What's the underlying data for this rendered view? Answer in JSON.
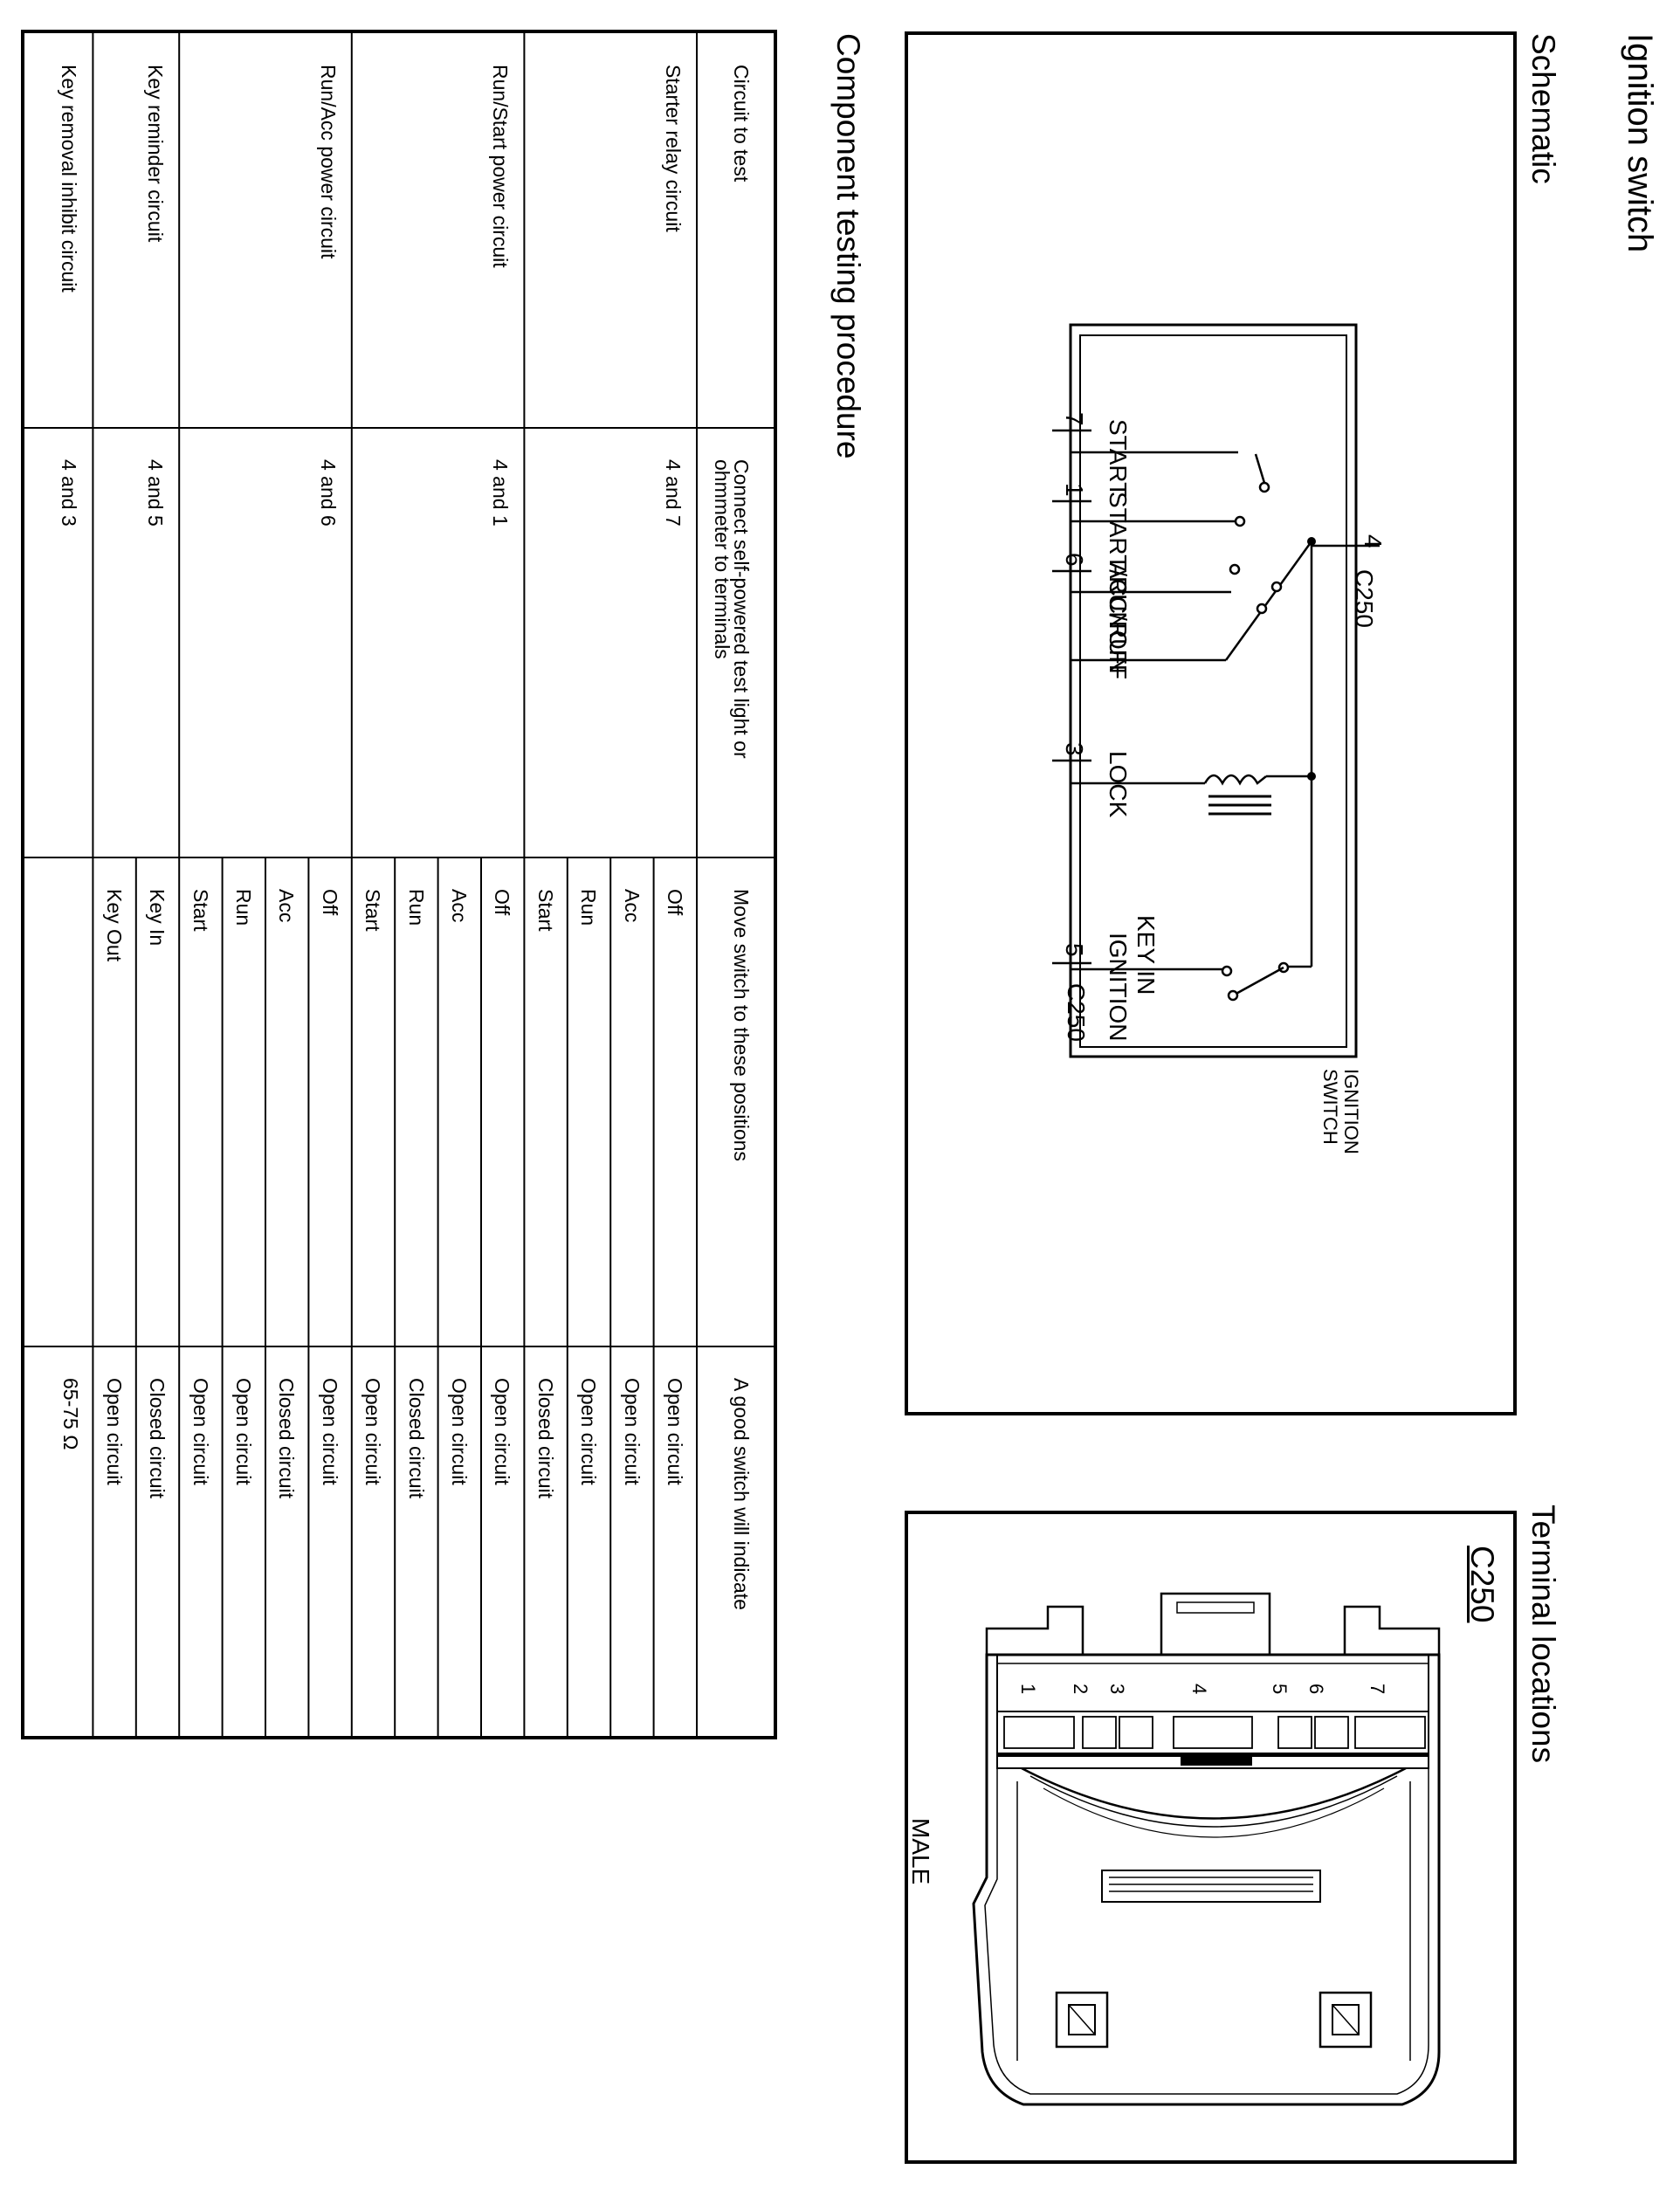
{
  "page_title": "Ignition switch",
  "schematic": {
    "heading": "Schematic",
    "terminals": [
      {
        "pin": "7",
        "label": "START"
      },
      {
        "pin": "1",
        "label": "START/RUN"
      },
      {
        "pin": "6",
        "label": "ACC/RUN"
      },
      {
        "pin": "",
        "label": "OFF"
      },
      {
        "pin": "3",
        "label": "LOCK"
      },
      {
        "pin": "5",
        "label": "KEY IN IGNITION"
      }
    ],
    "key_in_line1": "KEY IN",
    "key_in_line2": "IGNITION",
    "pin4": "4",
    "connector_top": "C250",
    "connector_bottom": "C250",
    "switch_line1": "IGNITION",
    "switch_line2": "SWITCH"
  },
  "terminal_locations": {
    "heading": "Terminal locations",
    "connector": "C250",
    "pins": [
      "1",
      "2",
      "3",
      "4",
      "5",
      "6",
      "7"
    ],
    "gender": "MALE"
  },
  "testing": {
    "heading": "Component testing procedure",
    "headers": {
      "circuit": "Circuit to test",
      "connect": "Connect self-powered test light or ohmmeter to terminals",
      "connect_line1": "Connect self-powered test light or",
      "connect_line2": "ohmmeter to terminals",
      "move": "Move switch to these positions",
      "indicate": "A good switch will indicate"
    },
    "groups": [
      {
        "circuit": "Starter relay circuit",
        "terminals": "4 and 7",
        "rows": [
          [
            "Off",
            "Open circuit"
          ],
          [
            "Acc",
            "Open circuit"
          ],
          [
            "Run",
            "Open circuit"
          ],
          [
            "Start",
            "Closed circuit"
          ]
        ]
      },
      {
        "circuit": "Run/Start power circuit",
        "terminals": "4 and 1",
        "rows": [
          [
            "Off",
            "Open circuit"
          ],
          [
            "Acc",
            "Open circuit"
          ],
          [
            "Run",
            "Closed circuit"
          ],
          [
            "Start",
            "Open circuit"
          ]
        ]
      },
      {
        "circuit": "Run/Acc power circuit",
        "terminals": "4 and 6",
        "rows": [
          [
            "Off",
            "Open circuit"
          ],
          [
            "Acc",
            "Closed circuit"
          ],
          [
            "Run",
            "Open circuit"
          ],
          [
            "Start",
            "Open circuit"
          ]
        ]
      },
      {
        "circuit": "Key reminder circuit",
        "terminals": "4 and 5",
        "rows": [
          [
            "Key In",
            "Closed circuit"
          ],
          [
            "Key Out",
            "Open circuit"
          ]
        ]
      },
      {
        "circuit": "Key removal inhibit circuit",
        "terminals": "4 and 3",
        "rows": [
          [
            "",
            "65-75 Ω"
          ]
        ]
      }
    ]
  }
}
